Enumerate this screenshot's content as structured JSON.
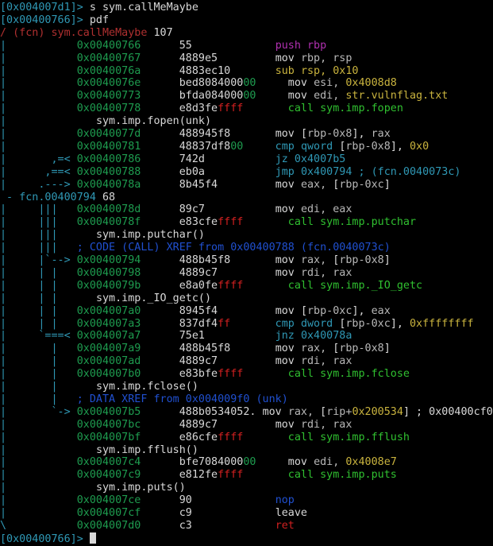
{
  "colors": {
    "prompt": "#2f98b5",
    "address": "#1e9c4f",
    "bytes": "#d8d8d8",
    "bytes_ff": "#d02020",
    "bytes_00": "#1e9c4f",
    "mnemonic": "#d8d8d8",
    "push_pop": "#b030b0",
    "call_ret": "#30c030",
    "arith": "#c9b33e",
    "cmp_jmp": "#2f98b5",
    "register": "#b8b8b8",
    "number": "#c9b33e",
    "comment": "#2f98b5",
    "xref": "#2050d0",
    "function_header": "#b03030",
    "arrows": "#2f98b5",
    "text": "#d8d8d8"
  },
  "lines": [
    [
      [
        "[0x004007d1]> ",
        "prompt"
      ],
      [
        "s sym.callMeMaybe",
        "text"
      ]
    ],
    [
      [
        "[0x00400766]> ",
        "prompt"
      ],
      [
        "pdf",
        "text"
      ]
    ],
    [
      [
        "/ (fcn) sym.callMeMaybe ",
        "function_header"
      ],
      [
        "107",
        "text"
      ]
    ],
    [
      [
        "|           ",
        "arrows"
      ],
      [
        "0x00400766",
        "address"
      ],
      [
        "      55             ",
        "bytes"
      ],
      [
        "push ",
        "push_pop"
      ],
      [
        "rbp",
        "push_pop"
      ]
    ],
    [
      [
        "|           ",
        "arrows"
      ],
      [
        "0x00400767",
        "address"
      ],
      [
        "      4889e5         ",
        "bytes"
      ],
      [
        "mov ",
        "mnemonic"
      ],
      [
        "rbp, rsp",
        "register"
      ]
    ],
    [
      [
        "|           ",
        "arrows"
      ],
      [
        "0x0040076a",
        "address"
      ],
      [
        "      4883ec10       ",
        "bytes"
      ],
      [
        "sub ",
        "arith"
      ],
      [
        "rsp, ",
        "arith"
      ],
      [
        "0x10",
        "arith"
      ]
    ],
    [
      [
        "|           ",
        "arrows"
      ],
      [
        "0x0040076e",
        "address"
      ],
      [
        "      bed8084000",
        "bytes"
      ],
      [
        "00",
        "bytes_00"
      ],
      [
        "     mov ",
        "mnemonic"
      ],
      [
        "esi, ",
        "register"
      ],
      [
        "0x4008d8",
        "number"
      ]
    ],
    [
      [
        "|           ",
        "arrows"
      ],
      [
        "0x00400773",
        "address"
      ],
      [
        "      bfda084000",
        "bytes"
      ],
      [
        "00",
        "bytes_00"
      ],
      [
        "     mov ",
        "mnemonic"
      ],
      [
        "edi, ",
        "register"
      ],
      [
        "str.vulnflag.txt",
        "number"
      ]
    ],
    [
      [
        "|           ",
        "arrows"
      ],
      [
        "0x00400778",
        "address"
      ],
      [
        "      e8d3fe",
        "bytes"
      ],
      [
        "ffff",
        "bytes_ff"
      ],
      [
        "       call ",
        "call_ret"
      ],
      [
        "sym.imp.fopen",
        "call_ret"
      ]
    ],
    [
      [
        "|              ",
        "arrows"
      ],
      [
        "sym.imp.fopen(unk)",
        "text"
      ]
    ],
    [
      [
        "|           ",
        "arrows"
      ],
      [
        "0x0040077d",
        "address"
      ],
      [
        "      488945f8       ",
        "bytes"
      ],
      [
        "mov ",
        "mnemonic"
      ],
      [
        "[",
        "text"
      ],
      [
        "rbp-0x8",
        "register"
      ],
      [
        "], ",
        "text"
      ],
      [
        "rax",
        "register"
      ]
    ],
    [
      [
        "|           ",
        "arrows"
      ],
      [
        "0x00400781",
        "address"
      ],
      [
        "      48837df8",
        "bytes"
      ],
      [
        "00",
        "bytes_00"
      ],
      [
        "     cmp ",
        "cmp_jmp"
      ],
      [
        "qword ",
        "cmp_jmp"
      ],
      [
        "[",
        "text"
      ],
      [
        "rbp-0x8",
        "register"
      ],
      [
        "], ",
        "text"
      ],
      [
        "0x0",
        "number"
      ]
    ],
    [
      [
        "|       ,=< ",
        "arrows"
      ],
      [
        "0x00400786",
        "address"
      ],
      [
        "      742d           ",
        "bytes"
      ],
      [
        "jz ",
        "cmp_jmp"
      ],
      [
        "0x4007b5",
        "cmp_jmp"
      ]
    ],
    [
      [
        "|      ,==< ",
        "arrows"
      ],
      [
        "0x00400788",
        "address"
      ],
      [
        "      eb0a           ",
        "bytes"
      ],
      [
        "jmp ",
        "cmp_jmp"
      ],
      [
        "0x400794 ; (fcn.0040073c)",
        "cmp_jmp"
      ]
    ],
    [
      [
        "|     .---> ",
        "arrows"
      ],
      [
        "0x0040078a",
        "address"
      ],
      [
        "      8b45f4         ",
        "bytes"
      ],
      [
        "mov ",
        "mnemonic"
      ],
      [
        "eax, ",
        "register"
      ],
      [
        "[",
        "text"
      ],
      [
        "rbp-0xc",
        "register"
      ],
      [
        "]",
        "text"
      ]
    ],
    [
      [
        " - fcn.00400794 ",
        "arrows"
      ],
      [
        "68",
        "text"
      ]
    ],
    [
      [
        "|     |||   ",
        "arrows"
      ],
      [
        "0x0040078d",
        "address"
      ],
      [
        "      89c7           ",
        "bytes"
      ],
      [
        "mov ",
        "mnemonic"
      ],
      [
        "edi, eax",
        "register"
      ]
    ],
    [
      [
        "|     |||   ",
        "arrows"
      ],
      [
        "0x0040078f",
        "address"
      ],
      [
        "      e83cfe",
        "bytes"
      ],
      [
        "ffff",
        "bytes_ff"
      ],
      [
        "       call ",
        "call_ret"
      ],
      [
        "sym.imp.putchar",
        "call_ret"
      ]
    ],
    [
      [
        "|     |||      ",
        "arrows"
      ],
      [
        "sym.imp.putchar()",
        "text"
      ]
    ],
    [
      [
        "|     |||   ",
        "arrows"
      ],
      [
        "; CODE (CALL) XREF from 0x00400788 (fcn.0040073c)",
        "xref"
      ]
    ],
    [
      [
        "|     |`--> ",
        "arrows"
      ],
      [
        "0x00400794",
        "address"
      ],
      [
        "      488b45f8       ",
        "bytes"
      ],
      [
        "mov ",
        "mnemonic"
      ],
      [
        "rax, ",
        "register"
      ],
      [
        "[",
        "text"
      ],
      [
        "rbp-0x8",
        "register"
      ],
      [
        "]",
        "text"
      ]
    ],
    [
      [
        "|     | |   ",
        "arrows"
      ],
      [
        "0x00400798",
        "address"
      ],
      [
        "      4889c7         ",
        "bytes"
      ],
      [
        "mov ",
        "mnemonic"
      ],
      [
        "rdi, rax",
        "register"
      ]
    ],
    [
      [
        "|     | |   ",
        "arrows"
      ],
      [
        "0x0040079b",
        "address"
      ],
      [
        "      e8a0fe",
        "bytes"
      ],
      [
        "ffff",
        "bytes_ff"
      ],
      [
        "       call ",
        "call_ret"
      ],
      [
        "sym.imp._IO_getc",
        "call_ret"
      ]
    ],
    [
      [
        "|     | |      ",
        "arrows"
      ],
      [
        "sym.imp._IO_getc()",
        "text"
      ]
    ],
    [
      [
        "|     | |   ",
        "arrows"
      ],
      [
        "0x004007a0",
        "address"
      ],
      [
        "      8945f4         ",
        "bytes"
      ],
      [
        "mov ",
        "mnemonic"
      ],
      [
        "[",
        "text"
      ],
      [
        "rbp-0xc",
        "register"
      ],
      [
        "], ",
        "text"
      ],
      [
        "eax",
        "register"
      ]
    ],
    [
      [
        "|     | |   ",
        "arrows"
      ],
      [
        "0x004007a3",
        "address"
      ],
      [
        "      837df4",
        "bytes"
      ],
      [
        "ff",
        "bytes_ff"
      ],
      [
        "       cmp ",
        "cmp_jmp"
      ],
      [
        "dword ",
        "cmp_jmp"
      ],
      [
        "[",
        "text"
      ],
      [
        "rbp-0xc",
        "register"
      ],
      [
        "], ",
        "text"
      ],
      [
        "0xffffffff",
        "number"
      ]
    ],
    [
      [
        "|     `===< ",
        "arrows"
      ],
      [
        "0x004007a7",
        "address"
      ],
      [
        "      75e1           ",
        "bytes"
      ],
      [
        "jnz ",
        "cmp_jmp"
      ],
      [
        "0x40078a",
        "cmp_jmp"
      ]
    ],
    [
      [
        "|       |   ",
        "arrows"
      ],
      [
        "0x004007a9",
        "address"
      ],
      [
        "      488b45f8       ",
        "bytes"
      ],
      [
        "mov ",
        "mnemonic"
      ],
      [
        "rax, ",
        "register"
      ],
      [
        "[",
        "text"
      ],
      [
        "rbp-0x8",
        "register"
      ],
      [
        "]",
        "text"
      ]
    ],
    [
      [
        "|       |   ",
        "arrows"
      ],
      [
        "0x004007ad",
        "address"
      ],
      [
        "      4889c7         ",
        "bytes"
      ],
      [
        "mov ",
        "mnemonic"
      ],
      [
        "rdi, rax",
        "register"
      ]
    ],
    [
      [
        "|       |   ",
        "arrows"
      ],
      [
        "0x004007b0",
        "address"
      ],
      [
        "      e83bfe",
        "bytes"
      ],
      [
        "ffff",
        "bytes_ff"
      ],
      [
        "       call ",
        "call_ret"
      ],
      [
        "sym.imp.fclose",
        "call_ret"
      ]
    ],
    [
      [
        "|       |      ",
        "arrows"
      ],
      [
        "sym.imp.fclose()",
        "text"
      ]
    ],
    [
      [
        "|       |   ",
        "arrows"
      ],
      [
        "; DATA XREF from 0x004009f0 (unk)",
        "xref"
      ]
    ],
    [
      [
        "|       `-> ",
        "arrows"
      ],
      [
        "0x004007b5",
        "address"
      ],
      [
        "      488b0534052. ",
        "bytes"
      ],
      [
        "mov ",
        "mnemonic"
      ],
      [
        "rax, ",
        "register"
      ],
      [
        "[",
        "text"
      ],
      [
        "rip+",
        "register"
      ],
      [
        "0x200534",
        "number"
      ],
      [
        "] ; 0x00400cf0",
        "text"
      ]
    ],
    [
      [
        "|           ",
        "arrows"
      ],
      [
        "0x004007bc",
        "address"
      ],
      [
        "      4889c7         ",
        "bytes"
      ],
      [
        "mov ",
        "mnemonic"
      ],
      [
        "rdi, rax",
        "register"
      ]
    ],
    [
      [
        "|           ",
        "arrows"
      ],
      [
        "0x004007bf",
        "address"
      ],
      [
        "      e86cfe",
        "bytes"
      ],
      [
        "ffff",
        "bytes_ff"
      ],
      [
        "       call ",
        "call_ret"
      ],
      [
        "sym.imp.fflush",
        "call_ret"
      ]
    ],
    [
      [
        "|              ",
        "arrows"
      ],
      [
        "sym.imp.fflush()",
        "text"
      ]
    ],
    [
      [
        "|           ",
        "arrows"
      ],
      [
        "0x004007c4",
        "address"
      ],
      [
        "      bfe7084000",
        "bytes"
      ],
      [
        "00",
        "bytes_00"
      ],
      [
        "     mov ",
        "mnemonic"
      ],
      [
        "edi, ",
        "register"
      ],
      [
        "0x4008e7",
        "number"
      ]
    ],
    [
      [
        "|           ",
        "arrows"
      ],
      [
        "0x004007c9",
        "address"
      ],
      [
        "      e812fe",
        "bytes"
      ],
      [
        "ffff",
        "bytes_ff"
      ],
      [
        "       call ",
        "call_ret"
      ],
      [
        "sym.imp.puts",
        "call_ret"
      ]
    ],
    [
      [
        "|              ",
        "arrows"
      ],
      [
        "sym.imp.puts()",
        "text"
      ]
    ],
    [
      [
        "|           ",
        "arrows"
      ],
      [
        "0x004007ce",
        "address"
      ],
      [
        "      90             ",
        "bytes"
      ],
      [
        "nop",
        "xref"
      ]
    ],
    [
      [
        "|           ",
        "arrows"
      ],
      [
        "0x004007cf",
        "address"
      ],
      [
        "      c9             ",
        "bytes"
      ],
      [
        "leave",
        "mnemonic"
      ]
    ],
    [
      [
        "\\           ",
        "arrows"
      ],
      [
        "0x004007d0",
        "address"
      ],
      [
        "      c3             ",
        "bytes"
      ],
      [
        "ret",
        "bytes_ff"
      ]
    ],
    [
      [
        "[0x00400766]> ",
        "prompt"
      ]
    ]
  ]
}
